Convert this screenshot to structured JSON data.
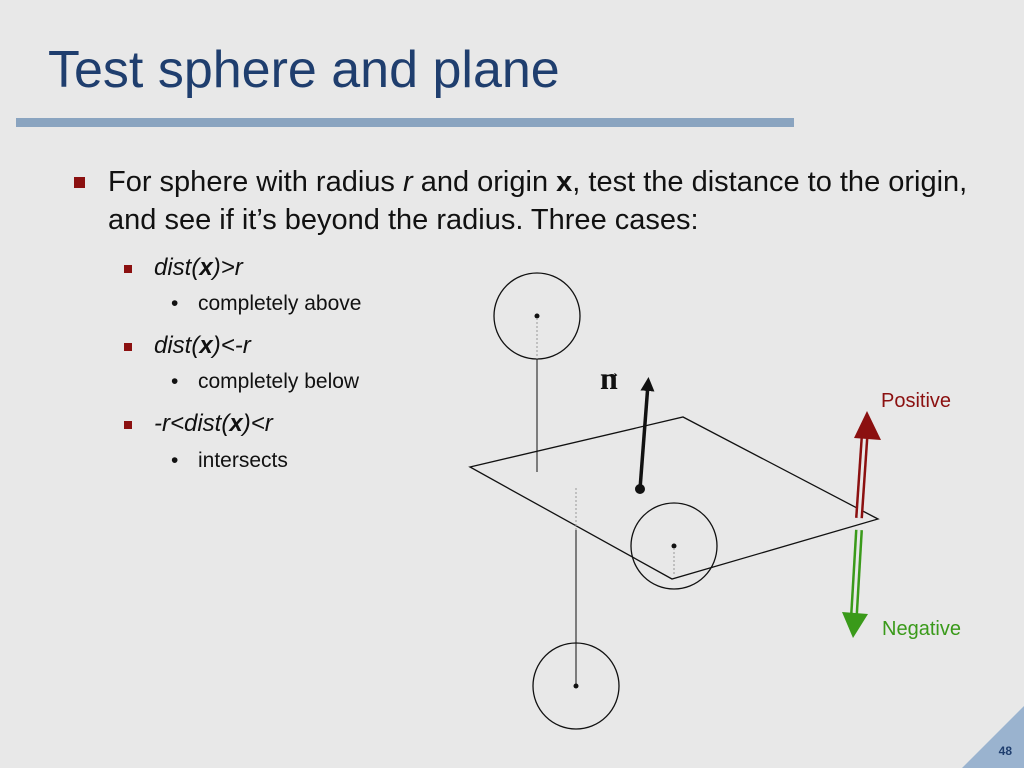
{
  "slide": {
    "title": "Test sphere and plane",
    "page_number": "48"
  },
  "bullets": {
    "main": {
      "part1": "For sphere with radius ",
      "r": "r",
      "part2": " and origin  ",
      "x": "x",
      "part3": ", test the distance to the origin, and see if it’s beyond the radius. Three cases:"
    },
    "case1": {
      "pre": "dist(",
      "x": "x",
      "post": ")>r",
      "sub": "completely above"
    },
    "case2": {
      "pre": "dist(",
      "x": "x",
      "post": ")<-r",
      "sub": "completely below"
    },
    "case3": {
      "pre": "-r<dist(",
      "x": "x",
      "post": ")<r",
      "sub": "intersects"
    },
    "sub_bullet_glyph": "•"
  },
  "diagram": {
    "normal_label": "n",
    "normal_arrow_glyph": "→",
    "positive_label": "Positive",
    "negative_label": "Negative",
    "colors": {
      "positive": "#8b1010",
      "negative": "#3a9a1a",
      "line": "#111111"
    }
  }
}
